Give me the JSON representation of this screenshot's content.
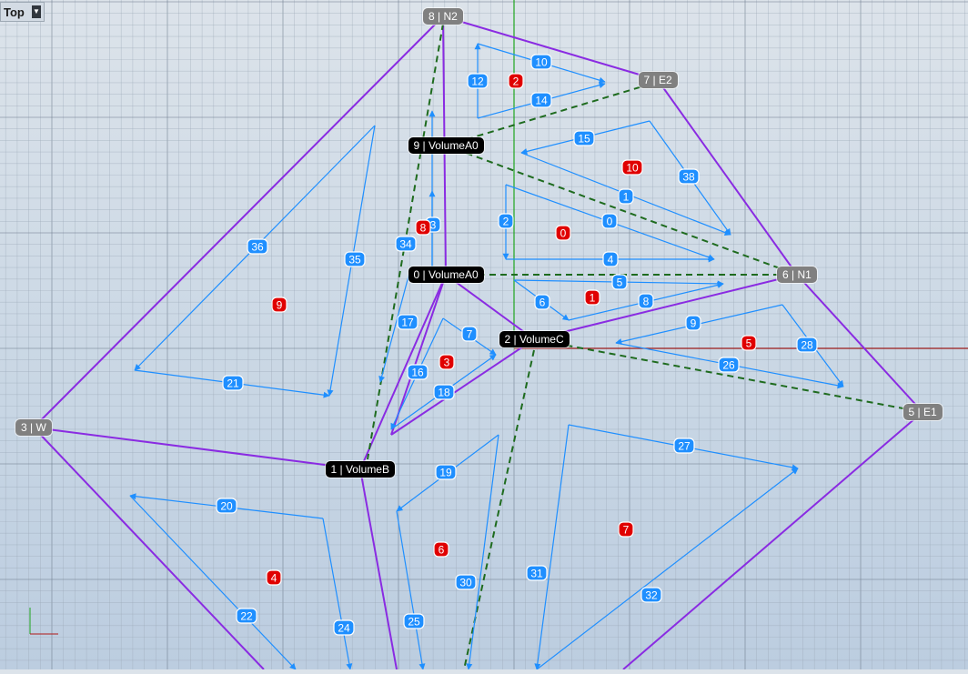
{
  "viewport": {
    "title": "Top",
    "menu_icon": "chevron-down-icon"
  },
  "colors": {
    "volume_edge": "#8a2be2",
    "split_line": "#1e6b1e",
    "arrow": "#1f8fff",
    "badge_red": "#e00000",
    "axis_x": "#9b1b1b",
    "axis_y": "#1fa61f"
  },
  "node_tags": [
    {
      "id": "n2",
      "label": "8 | N2",
      "style": "grey"
    },
    {
      "id": "e2",
      "label": "7 | E2",
      "style": "grey"
    },
    {
      "id": "va0a",
      "label": "9 | VolumeA0",
      "style": "black"
    },
    {
      "id": "va0b",
      "label": "0 | VolumeA0",
      "style": "black"
    },
    {
      "id": "n1",
      "label": "6 | N1",
      "style": "grey"
    },
    {
      "id": "vc",
      "label": "2 | VolumeC",
      "style": "black"
    },
    {
      "id": "e1",
      "label": "5 | E1",
      "style": "grey"
    },
    {
      "id": "w",
      "label": "3 | W",
      "style": "grey"
    },
    {
      "id": "vb",
      "label": "1 | VolumeB",
      "style": "black"
    }
  ],
  "face_ids": [
    "2",
    "10",
    "0",
    "1",
    "8",
    "9",
    "3",
    "5",
    "6",
    "7",
    "4"
  ],
  "edge_ids": [
    "10",
    "12",
    "14",
    "15",
    "38",
    "1",
    "0",
    "2",
    "3",
    "34",
    "36",
    "35",
    "4",
    "5",
    "6",
    "8",
    "9",
    "7",
    "17",
    "16",
    "18",
    "28",
    "26",
    "21",
    "27",
    "19",
    "20",
    "31",
    "30",
    "32",
    "22",
    "24",
    "25"
  ]
}
